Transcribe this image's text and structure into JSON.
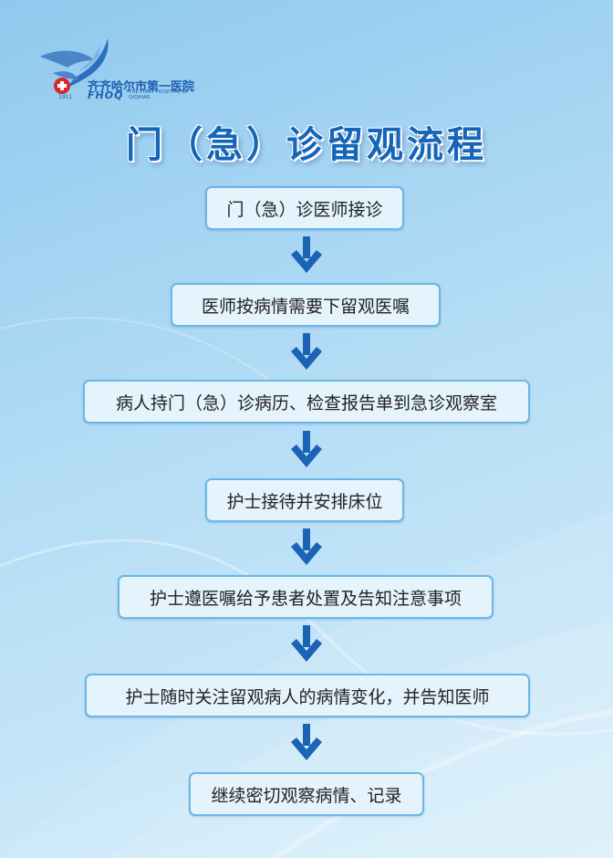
{
  "hospital": {
    "name_cn": "齐齐哈尔市第一医院",
    "abbr": "FHOQ",
    "name_en": "THE FIRST HOSPITAL OF QIQIHAR",
    "year": "1911"
  },
  "title": "门（急）诊留观流程",
  "steps": [
    {
      "label": "门（急）诊医师接诊"
    },
    {
      "label": "医师按病情需要下留观医嘱"
    },
    {
      "label": "病人持门（急）诊病历、检查报告单到急诊观察室"
    },
    {
      "label": "护士接待并安排床位"
    },
    {
      "label": "护士遵医嘱给予患者处置及告知注意事项"
    },
    {
      "label": "护士随时关注留观病人的病情变化，并告知医师"
    },
    {
      "label": "继续密切观察病情、记录"
    }
  ],
  "colors": {
    "title": "#1565b8",
    "arrow": "#1a63b5",
    "box_border": "#6ab7e6",
    "box_fill": "#e4f3fc"
  }
}
